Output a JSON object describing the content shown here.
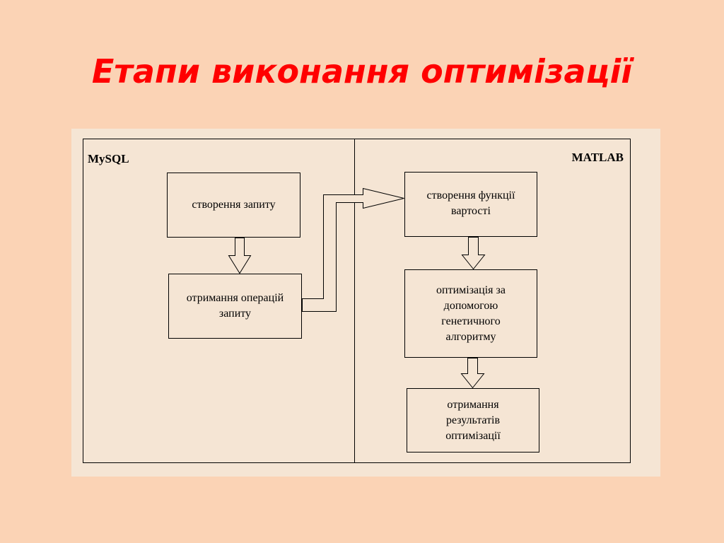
{
  "slide": {
    "title": "Етапи виконання оптимізації",
    "title_color": "#ff0000",
    "background_color": "#fbd3b5"
  },
  "diagram": {
    "background_color": "#f5e5d4",
    "lanes": {
      "left_label": "MySQL",
      "right_label": "MATLAB"
    },
    "nodes": {
      "create_query": "створення запиту",
      "get_query_ops": "отримання операцій\nзапиту",
      "create_cost_function": "створення функції\nвартості",
      "ga_optimization": "оптимізація за\nдопомогою\nгенетичного\nалгоритму",
      "get_results": "отримання\nрезультатів\nоптимізації"
    }
  }
}
